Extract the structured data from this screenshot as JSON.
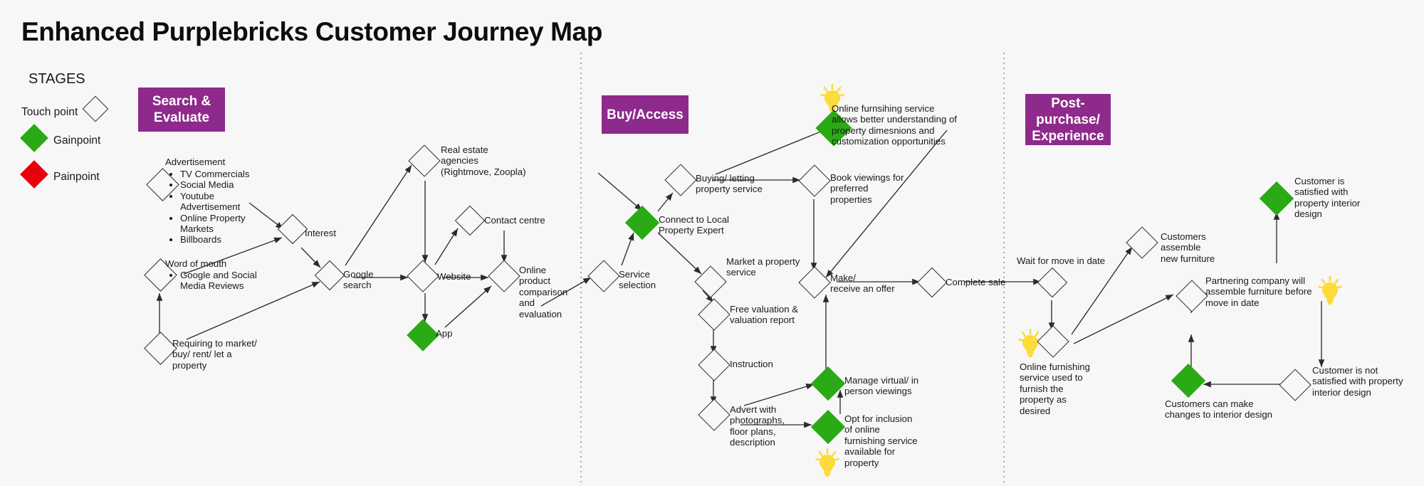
{
  "page": {
    "title": "Enhanced Purplebricks Customer Journey Map",
    "background": "#f7f7f7",
    "colors": {
      "brand_purple": "#8e2a8b",
      "gain_green": "#2aaa14",
      "pain_red": "#e8000d",
      "bulb_yellow": "#fcdb3a",
      "stroke": "#2b2b2b"
    }
  },
  "legend": {
    "heading": "STAGES",
    "touchpoint_label": "Touch point",
    "gainpoint_label": "Gainpoint",
    "painpoint_label": "Painpoint"
  },
  "stages": [
    {
      "id": "search",
      "label": "Search &\nEvaluate"
    },
    {
      "id": "buy",
      "label": "Buy/Access"
    },
    {
      "id": "post",
      "label": "Post-\npurchase/\nExperience"
    }
  ],
  "nodes": {
    "advertisement": {
      "type": "touchpoint",
      "heading": "Advertisement",
      "bullets": [
        "TV Commercials",
        "Social Media",
        "Youtube Advertisement",
        "Online Property Markets",
        "Billboards"
      ]
    },
    "word_of_mouth": {
      "type": "touchpoint",
      "heading": "Word of mouth",
      "bullets": [
        "Google and Social Media Reviews"
      ]
    },
    "requiring": {
      "type": "touchpoint",
      "label": "Requiring to market/\nbuy/ rent/ let a\nproperty"
    },
    "interest": {
      "type": "touchpoint",
      "label": "Interest"
    },
    "google_search": {
      "type": "touchpoint",
      "label": "Google\nsearch"
    },
    "real_estate_agencies": {
      "type": "touchpoint",
      "label": "Real estate\nagencies\n(Rightmove, Zoopla)"
    },
    "website": {
      "type": "touchpoint",
      "label": "Website"
    },
    "app": {
      "type": "gainpoint",
      "label": "App"
    },
    "contact_centre": {
      "type": "touchpoint",
      "label": "Contact centre"
    },
    "online_product_comparison": {
      "type": "touchpoint",
      "label": "Online\nproduct\ncomparison\n and\nevaluation"
    },
    "service_selection": {
      "type": "touchpoint",
      "label": "Service\nselection"
    },
    "connect_local_expert": {
      "type": "gainpoint",
      "label": "Connect to Local\nProperty Expert"
    },
    "buying_letting": {
      "type": "touchpoint",
      "label": "Buying/ letting\nproperty service"
    },
    "market_property": {
      "type": "touchpoint",
      "label": "Market a property\nservice"
    },
    "online_furnishing_understanding": {
      "type": "gainpoint",
      "bulb": true,
      "label": "Online furnsihing service\nallows  better understanding of\nproperty dimesnions and\ncustomization opportunities"
    },
    "book_viewings": {
      "type": "touchpoint",
      "label": "Book viewings for\npreferred\nproperties"
    },
    "make_offer": {
      "type": "touchpoint",
      "label": "Make/\nreceive an offer"
    },
    "complete_sale": {
      "type": "touchpoint",
      "label": "Complete sale"
    },
    "free_valuation": {
      "type": "touchpoint",
      "label": "Free valuation &\nvaluation report"
    },
    "instruction": {
      "type": "touchpoint",
      "label": "Instruction"
    },
    "advert_with": {
      "type": "touchpoint",
      "label": "Advert with\nphotographs,\nfloor plans,\ndescription"
    },
    "manage_viewings": {
      "type": "gainpoint",
      "label": "Manage virtual/ in\nperson viewings"
    },
    "opt_for_inclusion": {
      "type": "gainpoint",
      "bulb": true,
      "label": "Opt for inclusion\nof online\nfurnishing service\navailable for\nproperty"
    },
    "wait_move_in": {
      "type": "touchpoint",
      "label": "Wait for move in date"
    },
    "online_furnishing_used": {
      "type": "touchpoint",
      "bulb": true,
      "label": "Online furnishing\nservice used to\nfurnish the\nproperty as\ndesired"
    },
    "customers_assemble": {
      "type": "touchpoint",
      "label": "Customers\nassemble\nnew furniture"
    },
    "partnering_company": {
      "type": "touchpoint",
      "bulb": true,
      "label": "Partnering company will\nassemble furniture before\nmove in date"
    },
    "customer_satisfied": {
      "type": "gainpoint",
      "label": "Customer is\nsatisfied with\nproperty interior\ndesign"
    },
    "customer_not_satisfied": {
      "type": "touchpoint",
      "label": "Customer is not\nsatisfied with property\ninterior design"
    },
    "customers_can_change": {
      "type": "gainpoint",
      "label": "Customers can make\nchanges to interior design"
    }
  }
}
